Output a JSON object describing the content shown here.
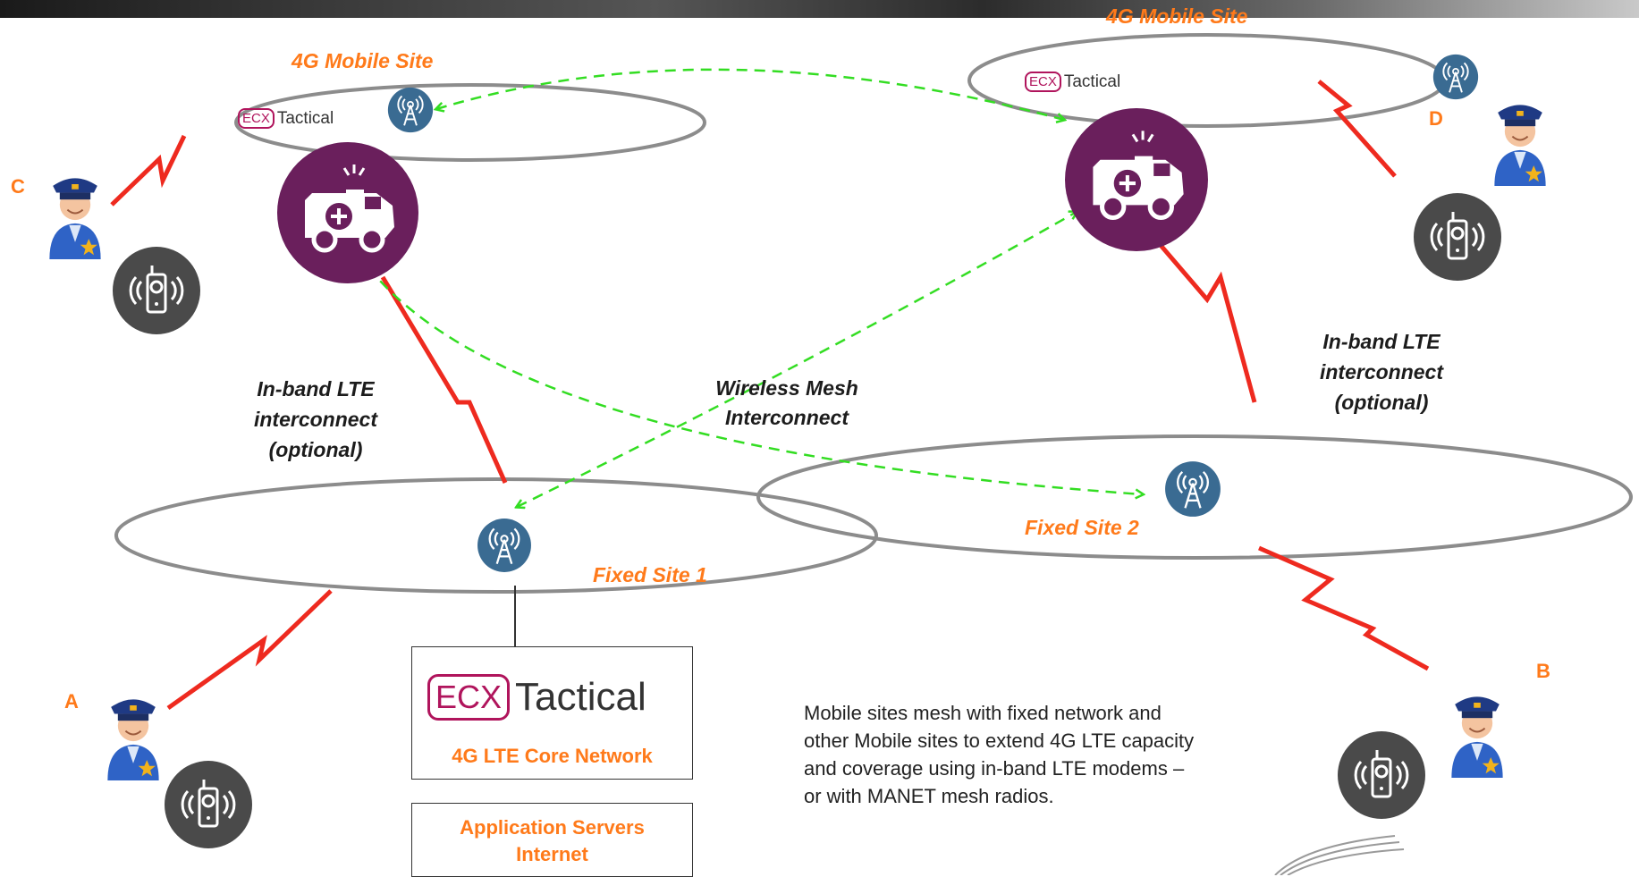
{
  "labels": {
    "mobile_site_left": "4G Mobile Site",
    "mobile_site_right": "4G Mobile Site",
    "fixed_site_1": "Fixed Site 1",
    "fixed_site_2": "Fixed Site 2",
    "wireless_mesh_line1": "Wireless Mesh",
    "wireless_mesh_line2": "Interconnect",
    "inband_left_line1": "In-band LTE",
    "inband_left_line2": "interconnect",
    "inband_left_line3": "(optional)",
    "inband_right_line1": "In-band LTE",
    "inband_right_line2": "interconnect",
    "inband_right_line3": "(optional)"
  },
  "users": {
    "a": "A",
    "b": "B",
    "c": "C",
    "d": "D"
  },
  "brand": {
    "mark": "ECX",
    "word": "Tactical"
  },
  "core_box": {
    "title": "4G LTE Core Network"
  },
  "app_box": {
    "line1": "Application Servers",
    "line2": "Internet"
  },
  "note": "Mobile sites mesh with fixed network and other Mobile sites to extend 4G LTE capacity and coverage using in-band LTE modems – or with MANET mesh radios.",
  "colors": {
    "accent_orange": "#ff7a1a",
    "ambulance_purple": "#6a1f5c",
    "tower_blue": "#3a6b92",
    "radio_gray": "#4a4a4a",
    "red_link": "#ee2a1f",
    "mesh_green": "#33dd22",
    "ellipse_gray": "#8c8c8c",
    "brand_magenta": "#b0145c"
  }
}
